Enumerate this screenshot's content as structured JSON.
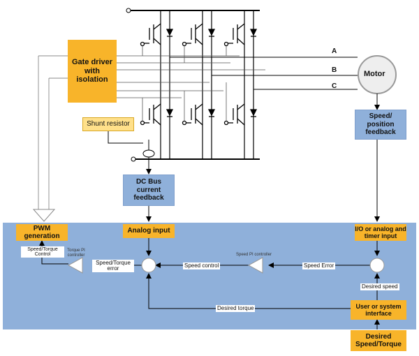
{
  "power_stage": {
    "gate_driver": "Gate driver with isolation",
    "shunt_resistor": "Shunt resistor",
    "phases": [
      "A",
      "B",
      "C"
    ],
    "motor": "Motor",
    "speed_feedback": "Speed/ position feedback",
    "dc_bus_feedback": "DC Bus current feedback"
  },
  "control": {
    "pwm_generation": "PWM generation",
    "speed_torque_control": "Speed/Torque Control",
    "torque_pi_controller": "Torque PI controller",
    "speed_torque_error": "Speed/Torque error",
    "analog_input": "Analog input",
    "speed_control": "Speed control",
    "speed_pi_controller": "Speed PI controller",
    "speed_error": "Speed Error",
    "io_input": "I/O or analog and timer input",
    "desired_speed": "Desired speed",
    "desired_torque": "Desired torque",
    "user_interface": "User or system interface",
    "desired_speed_torque": "Desired Speed/Torque"
  },
  "colors": {
    "orange": "#f8b42a",
    "panel_blue": "#8fb0da",
    "shunt_yellow": "#ffe08a"
  }
}
